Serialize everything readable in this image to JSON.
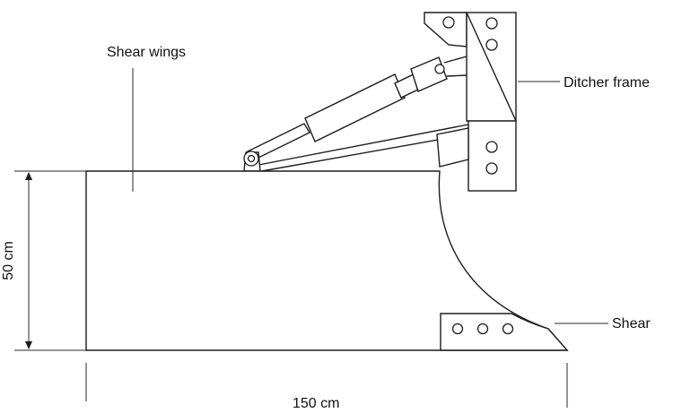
{
  "labels": {
    "shear_wings": "Shear wings",
    "ditcher_frame": "Ditcher frame",
    "shear": "Shear",
    "height_dim": "50  cm",
    "width_dim": "150  cm"
  },
  "colors": {
    "line": "#1c1c1c",
    "background": "#ffffff"
  }
}
